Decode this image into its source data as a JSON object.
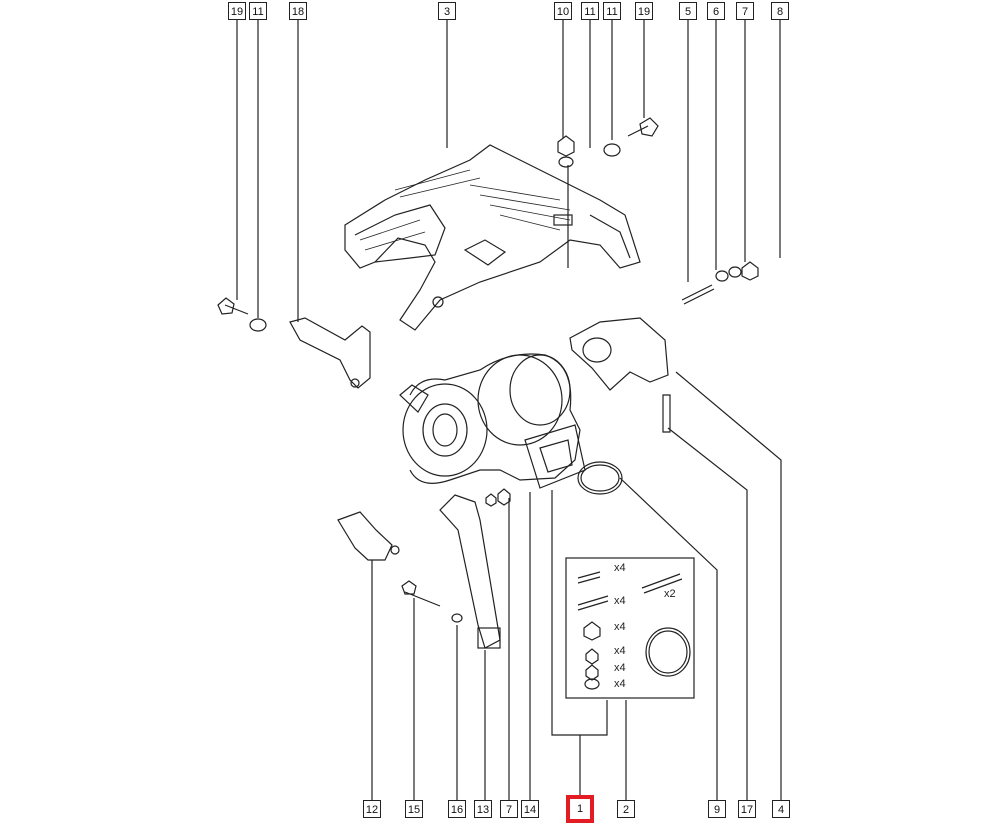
{
  "diagram": {
    "highlight_color": "#e31b23",
    "line_color": "#222222",
    "top_callouts": [
      "19",
      "11",
      "18",
      "3",
      "10",
      "11",
      "11",
      "19",
      "5",
      "6",
      "7",
      "8"
    ],
    "bottom_callouts": [
      "12",
      "15",
      "16",
      "13",
      "7",
      "14",
      "1",
      "2",
      "9",
      "17",
      "4"
    ],
    "highlighted_part": "1",
    "kit": {
      "quantities": [
        "x4",
        "x4",
        "x2",
        "x4",
        "x4",
        "x4",
        "x4"
      ]
    }
  }
}
